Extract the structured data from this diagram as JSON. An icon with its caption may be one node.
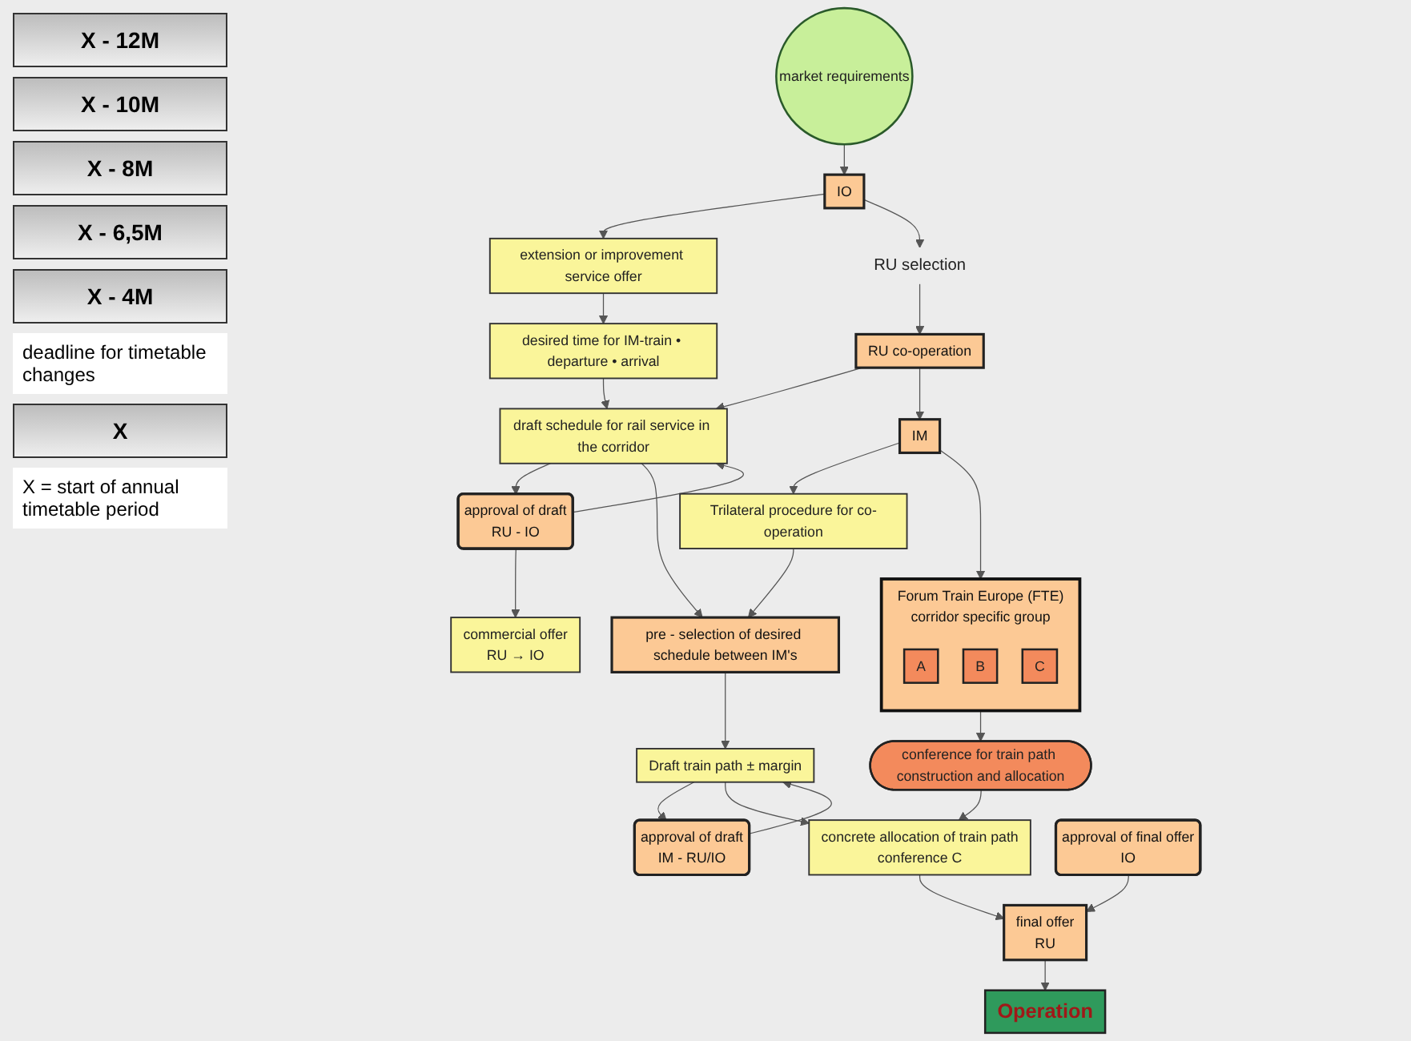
{
  "diagram": {
    "nodes": [
      {
        "text": [
          "market requirements"
        ]
      },
      {
        "text": [
          "IO"
        ]
      },
      {
        "text": [
          "extension or improvement service offer"
        ]
      },
      {
        "text": [
          "desired time for IM-train • departure • arrival"
        ]
      },
      {
        "text": [
          "RU selection"
        ]
      },
      {
        "text": [
          "RU co-operation"
        ]
      },
      {
        "text": [
          "draft schedule for rail service in the corridor"
        ]
      },
      {
        "text": [
          "approval of draft",
          "RU - IO"
        ]
      },
      {
        "text": [
          "commercial offer",
          "RU → IO"
        ]
      },
      {
        "text": [
          "IM"
        ]
      },
      {
        "text": [
          "Trilateral procedure for co-operation"
        ]
      },
      {
        "text": [
          "pre - selection of desired schedule between IM's"
        ]
      },
      {
        "text": [
          "Draft train path ± margin"
        ]
      },
      {
        "text": [
          "approval of draft",
          "IM - RU/IO"
        ]
      },
      {
        "text": [
          "Forum Train Europe (FTE)",
          "corridor specific group"
        ]
      },
      {
        "text": [
          "A"
        ],
        "in": 14
      },
      {
        "text": [
          "B"
        ],
        "in": 14
      },
      {
        "text": [
          "C"
        ],
        "in": 14
      },
      {
        "text": [
          "conference for train path construction and allocation"
        ]
      },
      {
        "text": [
          "concrete allocation of train path",
          "conference C"
        ]
      },
      {
        "text": [
          "final offer",
          "RU"
        ]
      },
      {
        "text": [
          "approval of final offer",
          "IO"
        ]
      },
      {
        "text": [
          "Operation"
        ]
      }
    ],
    "edges": [
      {
        "from": 0,
        "to": 1,
        "arrow": "to"
      },
      {
        "from": 1,
        "to": 2,
        "arrow": "to"
      },
      {
        "from": 2,
        "to": 3,
        "arrow": "to"
      },
      {
        "from": 1,
        "to": 4,
        "arrow": "to"
      },
      {
        "from": 4,
        "to": 5,
        "arrow": "to"
      },
      {
        "from": 3,
        "to": 6,
        "arrow": "to"
      },
      {
        "from": 5,
        "to": 6,
        "arrow": "to"
      },
      {
        "from": 6,
        "to": 7,
        "arrow": "to"
      },
      {
        "from": 7,
        "to": 6,
        "arrow": "to"
      },
      {
        "from": 7,
        "to": 8,
        "arrow": "to"
      },
      {
        "from": 6,
        "to": 11,
        "arrow": "to"
      },
      {
        "from": 5,
        "to": 9,
        "arrow": "to"
      },
      {
        "from": 9,
        "to": 10,
        "arrow": "to"
      },
      {
        "from": 10,
        "to": 11,
        "arrow": "to"
      },
      {
        "from": 11,
        "to": 12,
        "arrow": "to"
      },
      {
        "from": 12,
        "to": 13,
        "arrow": "to"
      },
      {
        "from": 13,
        "to": 12,
        "arrow": "to"
      },
      {
        "from": 9,
        "to": 14,
        "arrow": "to"
      },
      {
        "from": 14,
        "to": 18,
        "arrow": "to"
      },
      {
        "from": 18,
        "to": 19,
        "arrow": "to"
      },
      {
        "from": 12,
        "to": 19,
        "arrow": "to"
      },
      {
        "from": 19,
        "to": 20,
        "arrow": "to"
      },
      {
        "from": 21,
        "to": 20,
        "arrow": "to"
      },
      {
        "from": 20,
        "to": 22,
        "arrow": "to"
      }
    ],
    "labels": [
      "X - 12M",
      "X - 10M",
      "X - 8M",
      "X - 6,5M",
      "X - 4M",
      "deadline for timetable changes",
      "X",
      "X = start of annual timetable period"
    ]
  }
}
